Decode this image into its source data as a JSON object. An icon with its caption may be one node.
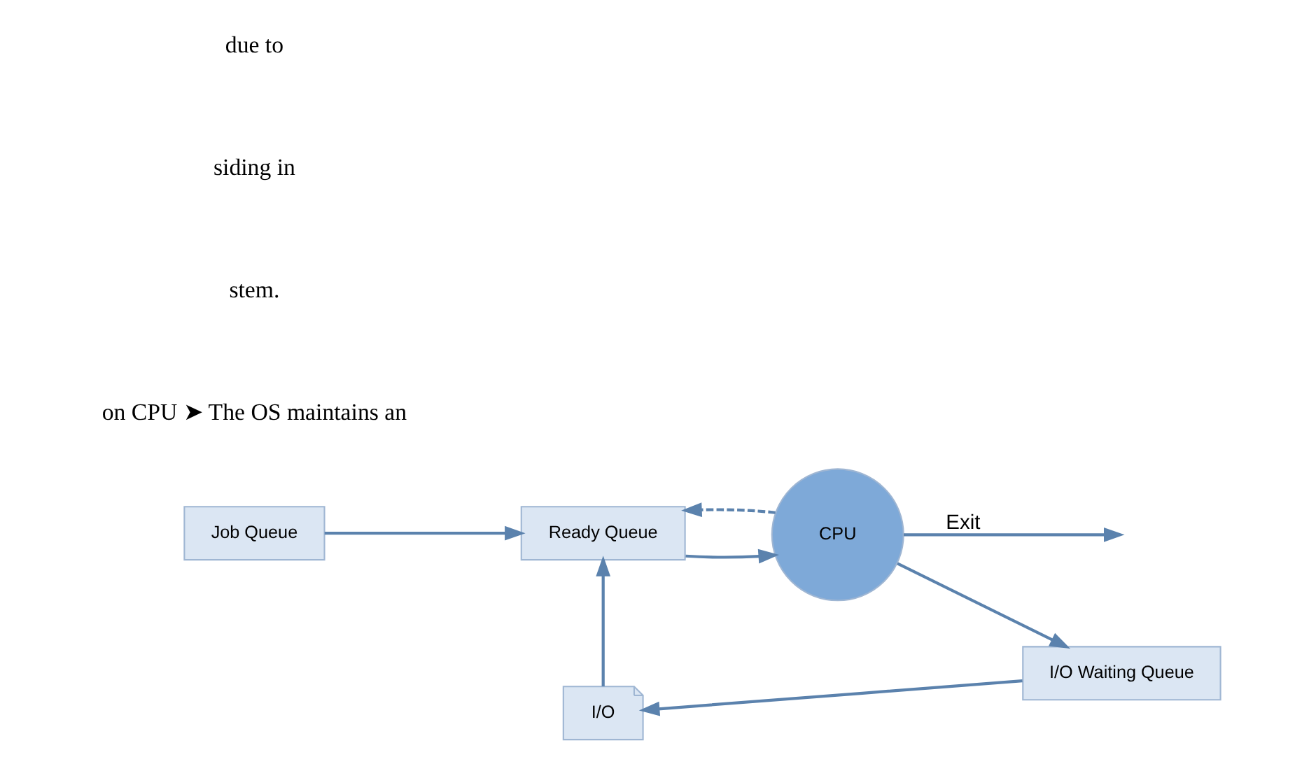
{
  "diagram": {
    "nodes": [
      {
        "text": [
          "Job Queue"
        ]
      },
      {
        "text": [
          "Ready Queue"
        ]
      },
      {
        "text": [
          "CPU"
        ]
      },
      {
        "text": [
          "I/O Waiting Queue"
        ]
      },
      {
        "text": [
          "I/O"
        ]
      }
    ],
    "edges": [
      {
        "from": 0,
        "to": 1,
        "arrow": "to"
      },
      {
        "from": 1,
        "to": 2,
        "arrow": "to"
      },
      {
        "from": 2,
        "to": null,
        "arrow": "to",
        "label": "Exit"
      },
      {
        "from": 2,
        "to": 1,
        "arrow": "to",
        "style": "dashed"
      },
      {
        "from": 2,
        "to": 3,
        "arrow": "to"
      },
      {
        "from": 3,
        "to": 4,
        "arrow": "to"
      },
      {
        "from": 4,
        "to": 1,
        "arrow": "to"
      }
    ],
    "labels": [
      "on CPU ➤ The OS maintains an",
      "stem.",
      "siding in",
      "due to"
    ]
  }
}
